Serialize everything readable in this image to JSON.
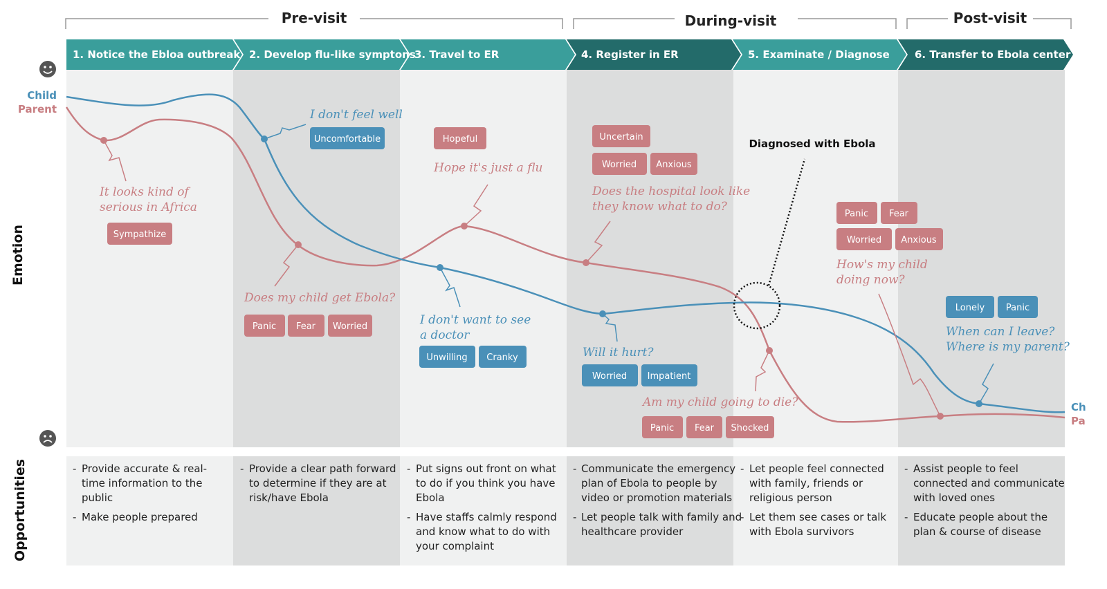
{
  "colors": {
    "child": "#4a90b8",
    "parent": "#c87e82",
    "teal": "#3a9e9b",
    "teal_dark": "#236b6a",
    "band_light": "#f0f1f1",
    "band_dark": "#dcdddd"
  },
  "phases": [
    "Pre-visit",
    "During-visit",
    "Post-visit"
  ],
  "stages": [
    "1. Notice the Ebloa outbreak",
    "2. Develop flu-like symptons",
    "3. Travel to ER",
    "4. Register in ER",
    "5. Examinate / Diagnose",
    "6. Transfer to Ebola center"
  ],
  "side": {
    "emotion": "Emotion",
    "opportunities": "Opportunities"
  },
  "legend": {
    "child": "Child",
    "parent": "Parent",
    "child_cut": "Ch",
    "parent_cut": "Pa"
  },
  "icons": {
    "top": "happy-face-icon",
    "bottom": "sad-face-icon"
  },
  "quotes": {
    "q1": [
      "It looks kind of",
      "serious in Africa"
    ],
    "q2": [
      "I don't feel well"
    ],
    "q3": [
      "Does my child get Ebola?"
    ],
    "q4": [
      "Hope it's just a flu"
    ],
    "q5": [
      "I don't want to see",
      "a doctor"
    ],
    "q6": [
      "Does the hospital look like",
      "they know what to do?"
    ],
    "q7": [
      "Will it hurt?"
    ],
    "q8": [
      "Am my child going to die?"
    ],
    "q9": [
      "How's my child",
      "doing now?"
    ],
    "q10": [
      "When can I leave?",
      "Where is my parent?"
    ]
  },
  "annotation": "Diagnosed with Ebola",
  "tags": [
    {
      "text": "Sympathize",
      "who": "parent"
    },
    {
      "text": "Uncomfortable",
      "who": "child"
    },
    {
      "text": "Panic",
      "who": "parent"
    },
    {
      "text": "Fear",
      "who": "parent"
    },
    {
      "text": "Worried",
      "who": "parent"
    },
    {
      "text": "Hopeful",
      "who": "parent"
    },
    {
      "text": "Unwilling",
      "who": "child"
    },
    {
      "text": "Cranky",
      "who": "child"
    },
    {
      "text": "Uncertain",
      "who": "parent"
    },
    {
      "text": "Worried",
      "who": "parent"
    },
    {
      "text": "Anxious",
      "who": "parent"
    },
    {
      "text": "Worried",
      "who": "child"
    },
    {
      "text": "Impatient",
      "who": "child"
    },
    {
      "text": "Panic",
      "who": "parent"
    },
    {
      "text": "Fear",
      "who": "parent"
    },
    {
      "text": "Shocked",
      "who": "parent"
    },
    {
      "text": "Panic",
      "who": "parent"
    },
    {
      "text": "Fear",
      "who": "parent"
    },
    {
      "text": "Worried",
      "who": "parent"
    },
    {
      "text": "Anxious",
      "who": "parent"
    },
    {
      "text": "Lonely",
      "who": "child"
    },
    {
      "text": "Panic",
      "who": "child"
    }
  ],
  "opportunities": [
    [
      [
        "Provide accurate & real-",
        "time information to the",
        "public"
      ],
      [
        "Make people prepared"
      ]
    ],
    [
      [
        "Provide a clear path forward",
        "to determine if they are at",
        "risk/have Ebola"
      ]
    ],
    [
      [
        "Put signs out front on what",
        "to do if you think you have",
        "Ebola"
      ],
      [
        "Have staffs calmly respond",
        "and know what to do with",
        "your complaint"
      ]
    ],
    [
      [
        "Communicate the emergency",
        "plan of Ebola to people by",
        "video or promotion materials"
      ],
      [
        "Let people talk with family and",
        "healthcare provider"
      ]
    ],
    [
      [
        "Let people feel connected",
        "with family, friends or",
        "religious person"
      ],
      [
        "Let them see cases or talk",
        "with Ebola survivors"
      ]
    ],
    [
      [
        "Assist people to feel",
        "connected and communicate",
        "with loved ones"
      ],
      [
        "Educate people about the",
        "plan & course of disease"
      ]
    ]
  ]
}
